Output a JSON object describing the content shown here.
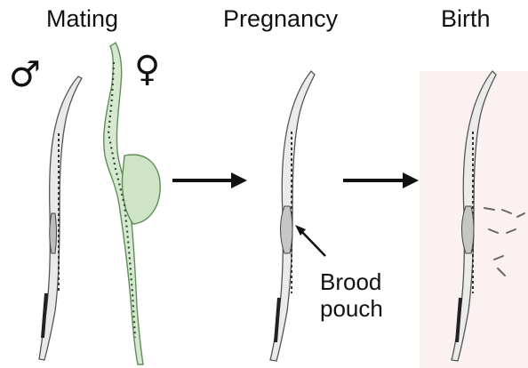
{
  "stages": {
    "mating": "Mating",
    "pregnancy": "Pregnancy",
    "birth": "Birth"
  },
  "symbols": {
    "male": "♂",
    "female": "♀"
  },
  "annotation": {
    "line1": "Brood",
    "line2": "pouch"
  },
  "colors": {
    "text": "#111111",
    "male_fish": "#6e6e6e",
    "female_fish": "#6f9b6a",
    "female_fill": "#cfe3c7",
    "arrow": "#111111",
    "birth_bg": "#fbf1f1"
  }
}
